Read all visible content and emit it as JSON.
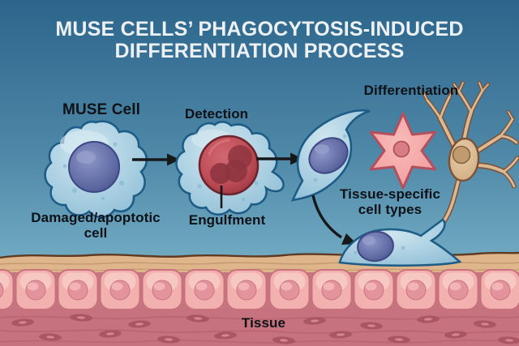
{
  "title": {
    "line1": "MUSE CELLS’ PHAGOCYTOSIS-INDUCED",
    "line2": "DIFFERENTIATION PROCESS"
  },
  "labels": {
    "muse_cell": "MUSE Cell",
    "detection": "Detection",
    "damaged_line1": "Damaged/apoptotic",
    "damaged_line2": "cell",
    "engulfment": "Engulfment",
    "differentiation": "Differentiation",
    "tissue_specific_line1": "Tissue-specific",
    "tissue_specific_line2": "cell types",
    "tissue": "Tissue"
  },
  "colors": {
    "background_top": "#2b658b",
    "background_bottom": "#79afc6",
    "cell_body_blue": "#a9cee1",
    "cell_outline_blue": "#1d5c86",
    "nucleus_purple": "#6a74ac",
    "apoptotic_red": "#bf4e57",
    "star_cell_pink": "#f3a3a3",
    "neuron_tan": "#d9ba94",
    "epithelium_pink": "#f2b1af",
    "deep_tissue_mauve": "#c7737f",
    "basement_tan": "#dfb68c",
    "arrow_black": "#17181a",
    "title_text": "#edf1f4",
    "label_text": "#0e1116"
  }
}
